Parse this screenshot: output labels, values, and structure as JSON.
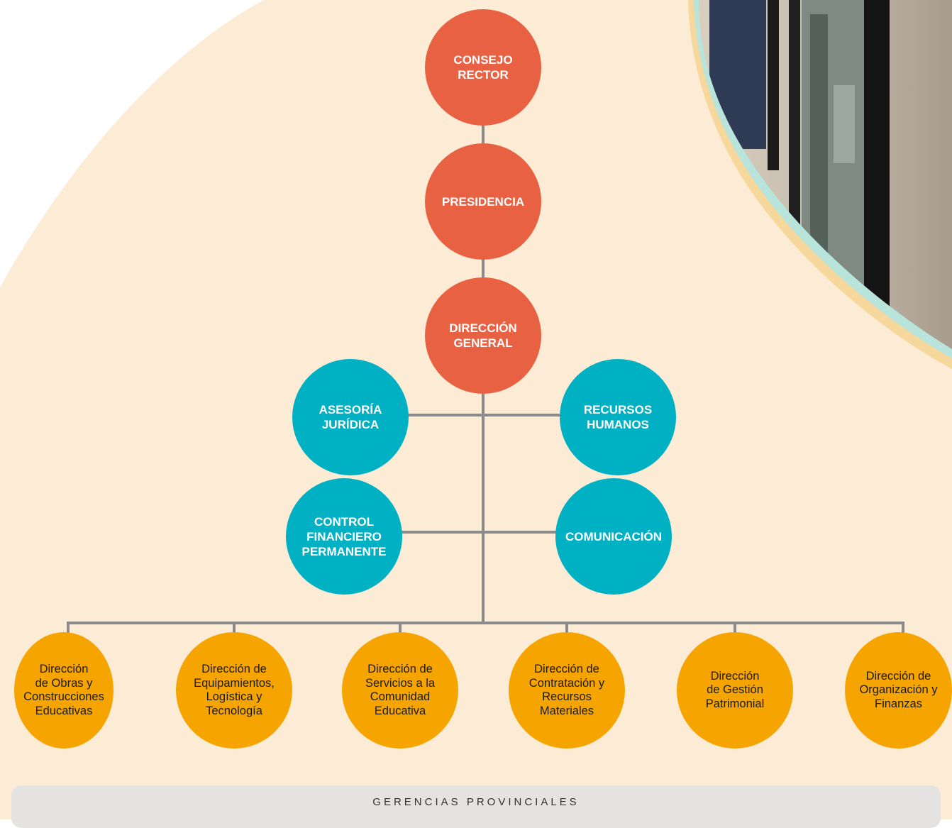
{
  "colors": {
    "executive": "#e96143",
    "staff": "#00b0c3",
    "directorate": "#f6a400",
    "connector": "#8b8b8b",
    "background": "#fcebd5",
    "footer_band": "#e5e3e1"
  },
  "executive": {
    "consejo_rector": "CONSEJO\nRECTOR",
    "presidencia": "PRESIDENCIA",
    "direccion_general": "DIRECCIÓN\nGENERAL"
  },
  "staff_units": {
    "asesoria_juridica": "ASESORÍA\nJURÍDICA",
    "recursos_humanos": "RECURSOS\nHUMANOS",
    "control_financiero": "CONTROL\nFINANCIERO\nPERMANENTE",
    "comunicacion": "COMUNICACIÓN"
  },
  "directorates": [
    "Dirección\nde Obras y\nConstrucciones\nEducativas",
    "Dirección de\nEquipamientos,\nLogística y\nTecnología",
    "Dirección de\nServicios a la\nComunidad\nEducativa",
    "Dirección de\nContratación y\nRecursos\nMateriales",
    "Dirección\nde Gestión\nPatrimonial",
    "Dirección de\nOrganización y\nFinanzas"
  ],
  "footer": {
    "label": "GERENCIAS PROVINCIALES"
  },
  "photo": {
    "icon": "building-interior-photo"
  }
}
